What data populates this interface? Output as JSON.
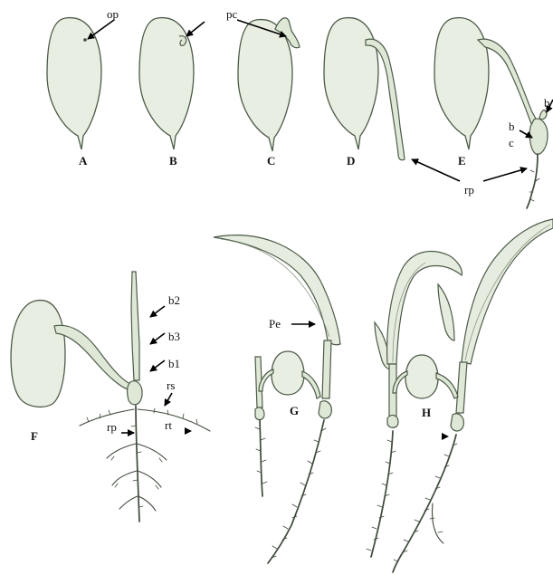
{
  "panels": {
    "A": "A",
    "B": "B",
    "C": "C",
    "D": "D",
    "E": "E",
    "F": "F",
    "G": "G",
    "H": "H"
  },
  "labels": {
    "op": "op",
    "pc": "pc",
    "rp": "rp",
    "b": "b",
    "c": "c",
    "b_edge": "b",
    "b2": "b2",
    "b3": "b3",
    "b1": "b1",
    "rs": "rs",
    "rp_f": "rp",
    "rt": "rt",
    "pe": "Pe"
  },
  "colors": {
    "seed_fill": "#e9eee2",
    "line": "#4c5b48",
    "arrow": "#000000"
  }
}
